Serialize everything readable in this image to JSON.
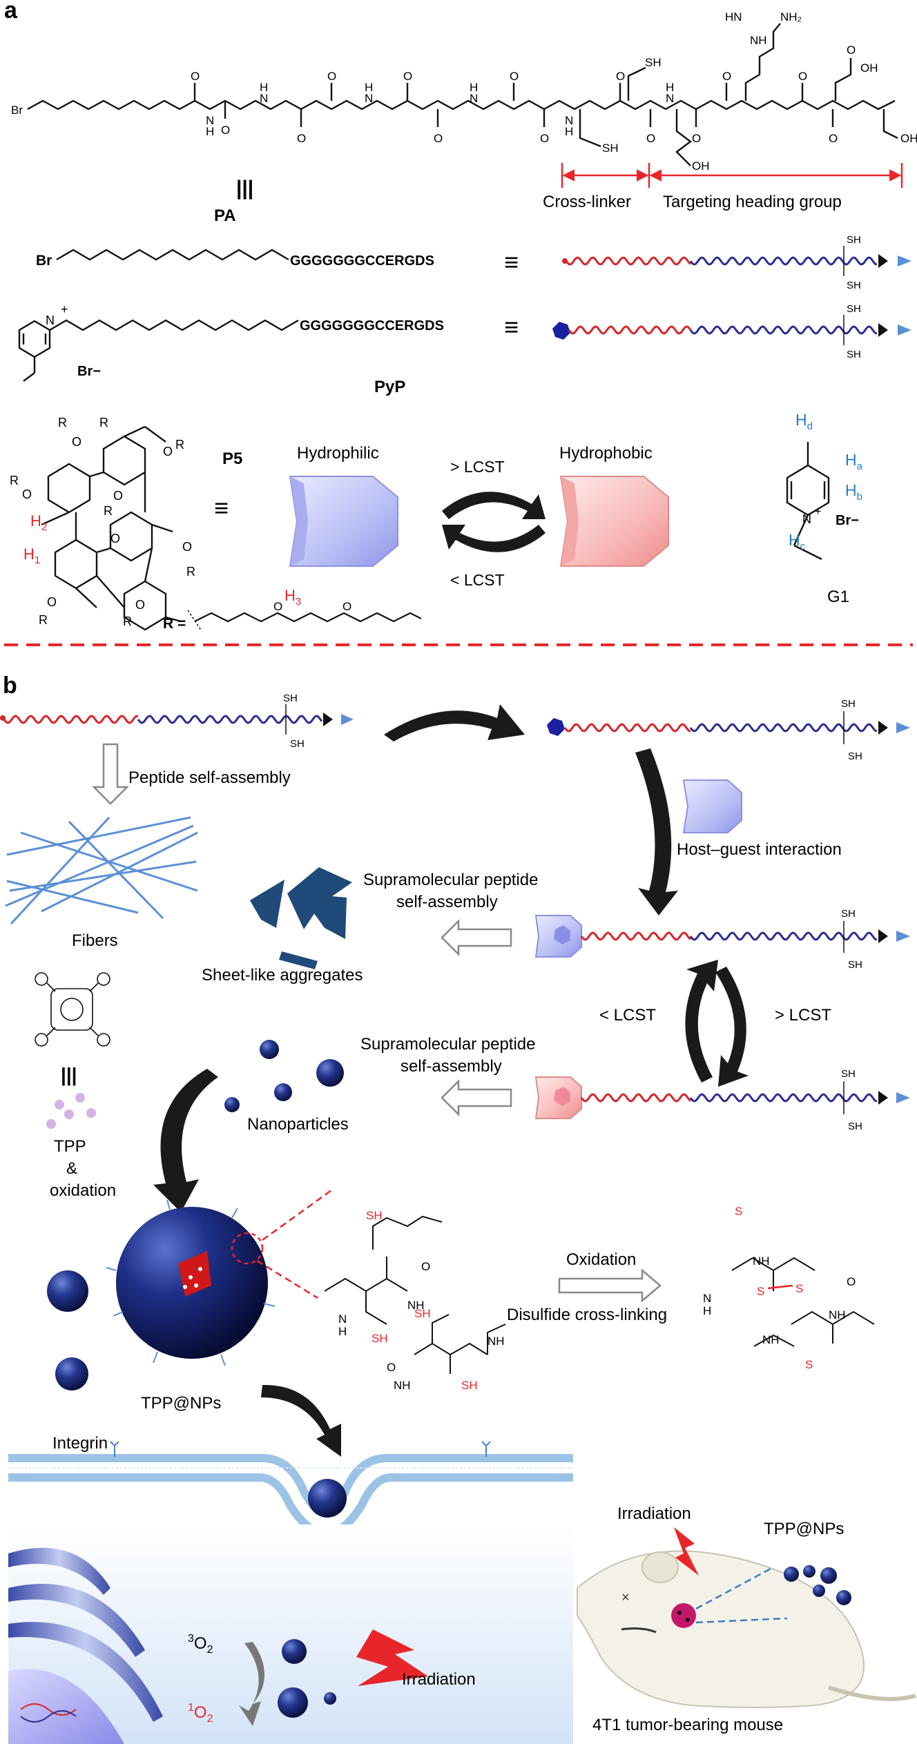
{
  "panel_a": {
    "label": "a",
    "pa_backbone": {
      "br": "Br",
      "nh": "N",
      "h": "H",
      "o": "O",
      "sh": "SH",
      "oh": "OH",
      "guan_top": "HN",
      "guan_nh2": "NH₂",
      "guan_nh": "NH",
      "triple_bar": "|||",
      "cross_linker": "Cross-linker",
      "targeting": "Targeting heading group"
    },
    "pa_name": "PA",
    "pa_seq": "GGGGGGGCCERGDS",
    "pa_br": "Br",
    "pyp_name": "PyP",
    "pyp_seq": "GGGGGGGCCERGDS",
    "pyp_plus": "+",
    "pyp_n": "N",
    "pyp_br": "Br−",
    "sh": "SH",
    "p5": {
      "name": "P5",
      "hydrophilic": "Hydrophilic",
      "hydrophobic": "Hydrophobic",
      "gt_lcst": "> LCST",
      "lt_lcst": "< LCST",
      "h1": "H",
      "h1_sub": "1",
      "h2": "H",
      "h2_sub": "2",
      "h3": "H",
      "h3_sub": "3",
      "r": "R",
      "o": "O",
      "r_eq": "R ="
    },
    "g1": {
      "name": "G1",
      "ha": "H",
      "ha_sub": "a",
      "hb": "H",
      "hb_sub": "b",
      "hc": "H",
      "hc_sub": "c",
      "hd": "H",
      "hd_sub": "d",
      "n": "N",
      "plus": "+",
      "br": "Br−"
    }
  },
  "panel_b": {
    "label": "b",
    "peptide_self_assembly": "Peptide self-assembly",
    "fibers": "Fibers",
    "host_guest": "Host–guest interaction",
    "supra_1_line1": "Supramolecular peptide",
    "supra_1_line2": "self-assembly",
    "sheet_like": "Sheet-like aggregates",
    "lt_lcst": "< LCST",
    "gt_lcst": "> LCST",
    "supra_2_line1": "Supramolecular peptide",
    "supra_2_line2": "self-assembly",
    "nanoparticles": "Nanoparticles",
    "tpp": "TPP",
    "amp": "&",
    "oxidation_left": "oxidation",
    "tpp_nps": "TPP@NPs",
    "oxidation": "Oxidation",
    "disulfide": "Disulfide cross-linking",
    "integrin": "Integrin",
    "irradiation_cell": "Irradiation",
    "o2_triplet_sup": "3",
    "o2_triplet": "O",
    "o2_triplet_sub": "2",
    "o2_singlet_sup": "1",
    "o2_singlet": "O",
    "o2_singlet_sub": "2",
    "irradiation_mouse": "Irradiation",
    "tpp_nps_mouse": "TPP@NPs",
    "mouse_caption": "4T1 tumor-bearing mouse",
    "sh": "SH",
    "s": "S",
    "nh": "NH",
    "n": "N",
    "h": "H",
    "o": "O"
  },
  "colors": {
    "red": "#e8262a",
    "blue_peptide": "#2b2f8f",
    "red_peptide": "#d7262a",
    "arrow_blue": "#5b8fd6",
    "h_blue": "#1e7fc3",
    "navy_shape": "#1f4a7a",
    "np_blue": "#1a2a6c",
    "membrane": "#9cc3e6"
  }
}
